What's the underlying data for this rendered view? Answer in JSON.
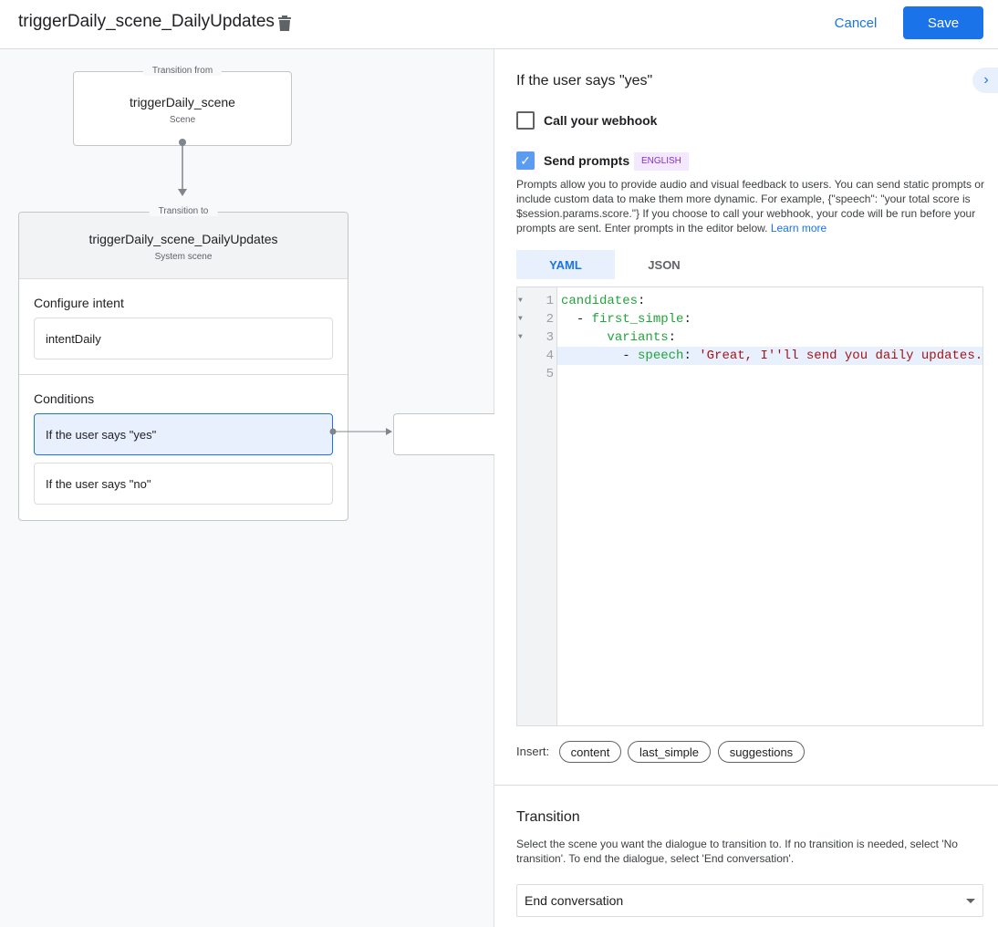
{
  "header": {
    "title": "triggerDaily_scene_DailyUpdates",
    "cancel": "Cancel",
    "save": "Save"
  },
  "canvas": {
    "from": {
      "legend": "Transition from",
      "name": "triggerDaily_scene",
      "type": "Scene"
    },
    "to": {
      "legend": "Transition to",
      "name": "triggerDaily_scene_DailyUpdates",
      "type": "System scene"
    },
    "configure_intent": {
      "label": "Configure intent",
      "value": "intentDaily"
    },
    "conditions": {
      "label": "Conditions",
      "items": [
        "If the user says \"yes\"",
        "If the user says \"no\""
      ]
    }
  },
  "panel": {
    "title": "If the user says \"yes\"",
    "webhook": {
      "label": "Call your webhook",
      "checked": false
    },
    "prompts": {
      "label": "Send prompts",
      "checked": true,
      "badge": "ENGLISH",
      "description": "Prompts allow you to provide audio and visual feedback to users. You can send static prompts or include custom data to make them more dynamic. For example, {\"speech\": \"your total score is $session.params.score.\"} If you choose to call your webhook, your code will be run before your prompts are sent. Enter prompts in the editor below.",
      "learn_more": "Learn more"
    },
    "tabs": [
      "YAML",
      "JSON"
    ],
    "active_tab": "YAML",
    "code_lines": [
      {
        "n": "1",
        "indent": "",
        "dash": "",
        "key": "candidates",
        "colon": ":",
        "val": ""
      },
      {
        "n": "2",
        "indent": "  ",
        "dash": "- ",
        "key": "first_simple",
        "colon": ":",
        "val": ""
      },
      {
        "n": "3",
        "indent": "      ",
        "dash": "",
        "key": "variants",
        "colon": ":",
        "val": ""
      },
      {
        "n": "4",
        "indent": "        ",
        "dash": "- ",
        "key": "speech",
        "colon": ": ",
        "val": "'Great, I''ll send you daily updates."
      },
      {
        "n": "5",
        "indent": "",
        "dash": "",
        "key": "",
        "colon": "",
        "val": ""
      }
    ],
    "insert": {
      "label": "Insert:",
      "chips": [
        "content",
        "last_simple",
        "suggestions"
      ]
    },
    "transition": {
      "title": "Transition",
      "description": "Select the scene you want the dialogue to transition to. If no transition is needed, select 'No transition'. To end the dialogue, select 'End conversation'.",
      "selected": "End conversation"
    }
  },
  "colors": {
    "accent": "#1a73e8",
    "code_key": "#22a33a",
    "code_string": "#a31515",
    "badge_bg": "#f3e8fd",
    "badge_text": "#8430ce"
  }
}
